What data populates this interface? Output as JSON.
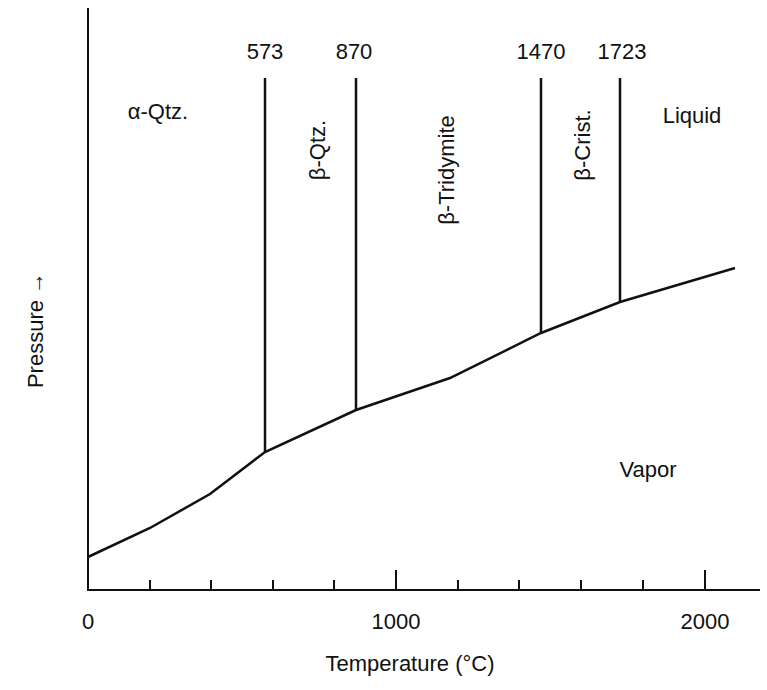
{
  "diagram": {
    "labels": [
      "573",
      "870",
      "1470",
      "1723",
      "α-Qtz.",
      "β-Qtz.",
      "β-Tridymite",
      "β-Crist.",
      "Liquid",
      "Vapor",
      "Pressure →",
      "0",
      "1000",
      "2000",
      "Temperature (°C)"
    ]
  }
}
